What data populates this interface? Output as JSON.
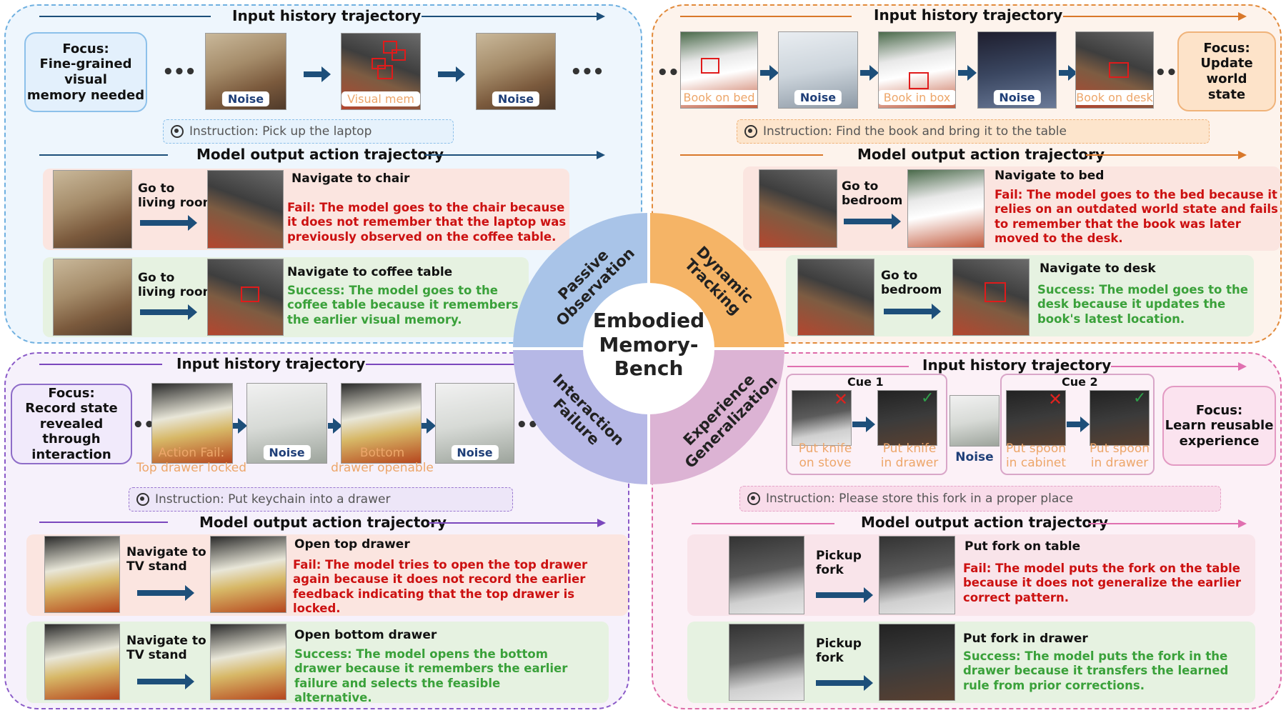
{
  "center": {
    "line1": "Embodied",
    "line2": "Memory-",
    "line3": "Bench"
  },
  "wedges": {
    "passive": {
      "l1": "Passive",
      "l2": "Observation",
      "color": "#a9c4e8"
    },
    "dynamic": {
      "l1": "Dynamic",
      "l2": "Tracking",
      "color": "#f5b466"
    },
    "interaction": {
      "l1": "Interaction",
      "l2": "Failure",
      "color": "#b6b8e6"
    },
    "experience": {
      "l1": "Experience",
      "l2": "Generalization",
      "color": "#dcb3d4"
    }
  },
  "common": {
    "input_history": "Input history trajectory",
    "model_output": "Model output action trajectory",
    "noise": "Noise"
  },
  "tl": {
    "focus": {
      "l1": "Focus:",
      "l2": "Fine-grained visual",
      "l3": "memory needed"
    },
    "visual_mem": "Visual mem",
    "instruction": "Instruction: Pick up the laptop",
    "row1": {
      "step": {
        "l1": "Go to",
        "l2": "living room"
      },
      "action": "Navigate to chair",
      "result": "Fail: The model goes to the chair because it does not remember that the laptop was previously observed on the coffee table."
    },
    "row2": {
      "step": {
        "l1": "Go to",
        "l2": "living room"
      },
      "action": "Navigate to coffee table",
      "result": "Success: The model goes to the coffee table because it remembers the earlier visual memory."
    }
  },
  "tr": {
    "focus": {
      "l1": "Focus:",
      "l2": "Update world",
      "l3": "state"
    },
    "tags": {
      "bed": "Book on bed",
      "box": "Book in box",
      "desk": "Book on desk"
    },
    "instruction": "Instruction: Find the book and bring it to the table",
    "row1": {
      "step": {
        "l1": "Go to",
        "l2": "bedroom"
      },
      "action": "Navigate to bed",
      "result": "Fail: The model goes to the bed because it relies on an outdated world state and fails to remember that the book was later moved to the desk."
    },
    "row2": {
      "step": {
        "l1": "Go to",
        "l2": "bedroom"
      },
      "action": "Navigate to desk",
      "result": "Success: The model goes to the desk because it updates the book's latest location."
    }
  },
  "bl": {
    "focus": {
      "l1": "Focus:",
      "l2": "Record state",
      "l3": "revealed through",
      "l4": "interaction"
    },
    "tags": {
      "fail_l1": "Action Fail:",
      "fail_l2": "Top drawer locked",
      "bottom_l1": "Bottom",
      "bottom_l2": "drawer openable"
    },
    "instruction": "Instruction: Put keychain into a drawer",
    "row1": {
      "step": {
        "l1": "Navigate to",
        "l2": "TV stand"
      },
      "action": "Open top drawer",
      "result": "Fail: The model tries to open the top drawer again because it does not record the earlier feedback indicating that the top drawer is locked."
    },
    "row2": {
      "step": {
        "l1": "Navigate to",
        "l2": "TV stand"
      },
      "action": "Open bottom drawer",
      "result": "Success: The model opens the bottom drawer because it remembers the earlier failure and selects the feasible alternative."
    }
  },
  "br": {
    "focus": {
      "l1": "Focus:",
      "l2": "Learn reusable",
      "l3": "experience"
    },
    "cue1": "Cue 1",
    "cue2": "Cue 2",
    "tags": {
      "knife_stove_1": "Put knife",
      "knife_stove_2": "on stove",
      "knife_drawer_1": "Put knife",
      "knife_drawer_2": "in drawer",
      "spoon_cab_1": "Put spoon",
      "spoon_cab_2": "in cabinet",
      "spoon_drawer_1": "Put spoon",
      "spoon_drawer_2": "in drawer"
    },
    "instruction": "Instruction: Please store this fork in a proper place",
    "row1": {
      "step": {
        "l1": "Pickup",
        "l2": "fork"
      },
      "action": "Put fork on table",
      "result": "Fail: The model puts the fork on the table because it does not generalize the earlier correct pattern."
    },
    "row2": {
      "step": {
        "l1": "Pickup",
        "l2": "fork"
      },
      "action": "Put fork in drawer",
      "result": "Success: The model puts the fork in the drawer because it transfers the learned rule from prior corrections."
    }
  },
  "colors": {
    "tl": "#1d4f7a",
    "tr": "#d9782a",
    "bl": "#7b47bd",
    "br": "#e070b0",
    "fail": "#cc1111",
    "success": "#3aa13a"
  }
}
